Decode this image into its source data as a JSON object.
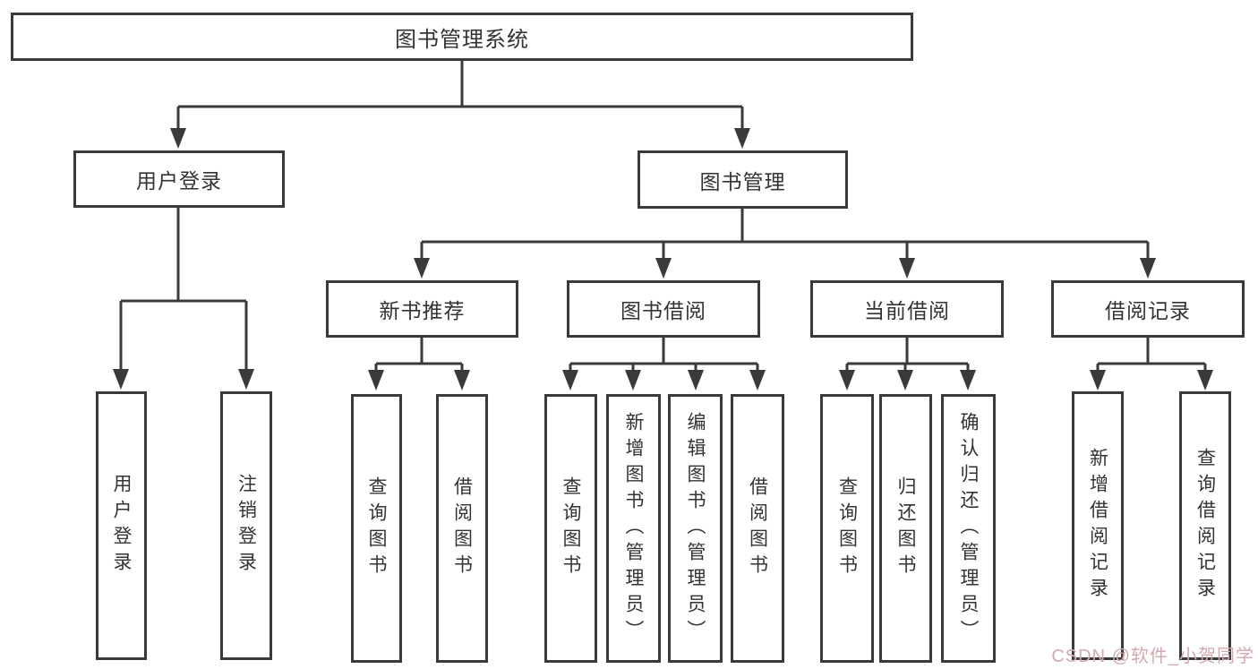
{
  "diagram": {
    "root": {
      "label": "图书管理系统"
    },
    "user_login": {
      "label": "用户登录",
      "children": [
        {
          "label": "用户登录"
        },
        {
          "label": "注销登录"
        }
      ]
    },
    "book_mgmt": {
      "label": "图书管理"
    },
    "new_book": {
      "label": "新书推荐",
      "children": [
        {
          "label": "查询图书"
        },
        {
          "label": "借阅图书"
        }
      ]
    },
    "borrow": {
      "label": "图书借阅",
      "children": [
        {
          "label": "查询图书"
        },
        {
          "label": "新增图书（管理员）"
        },
        {
          "label": "编辑图书（管理员）"
        },
        {
          "label": "借阅图书"
        }
      ]
    },
    "current": {
      "label": "当前借阅",
      "children": [
        {
          "label": "查询图书"
        },
        {
          "label": "归还图书"
        },
        {
          "label": "确认归还（管理员）"
        }
      ]
    },
    "records": {
      "label": "借阅记录",
      "children": [
        {
          "label": "新增借阅记录"
        },
        {
          "label": "查询借阅记录"
        }
      ]
    }
  },
  "watermark": {
    "text": "CSDN @软件_小贺同学",
    "color": "#d2a9af"
  },
  "colors": {
    "line": "#3a3a3a",
    "text": "#333333",
    "background": "#ffffff"
  }
}
